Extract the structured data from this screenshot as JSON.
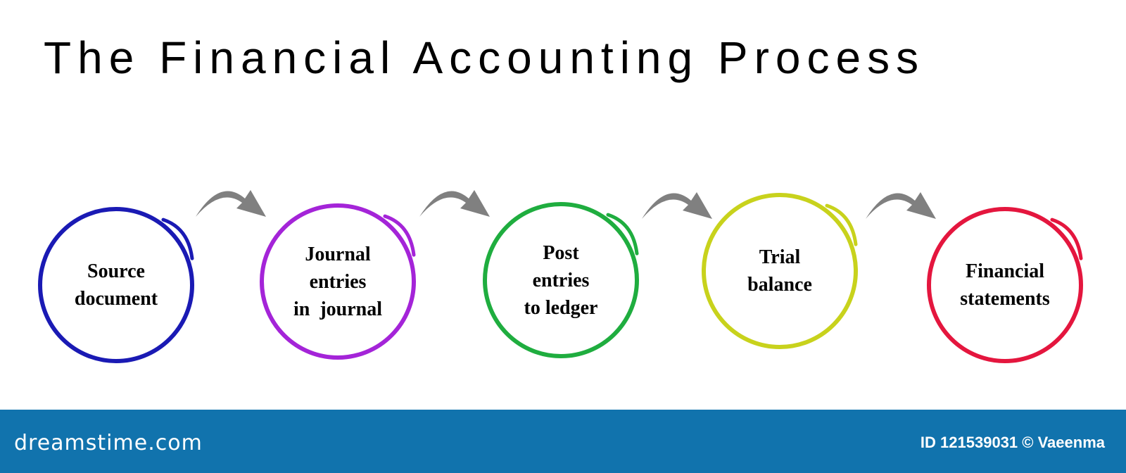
{
  "title": "The Financial Accounting Process",
  "steps": [
    {
      "lines": [
        "Source",
        "document"
      ],
      "color": "#1a1ab4"
    },
    {
      "lines": [
        "Journal",
        "entries",
        "in  journal"
      ],
      "color": "#a424d8"
    },
    {
      "lines": [
        "Post",
        "entries",
        "to ledger"
      ],
      "color": "#1fad3f"
    },
    {
      "lines": [
        "Trial",
        "balance"
      ],
      "color": "#c8d21c"
    },
    {
      "lines": [
        "Financial",
        "statements"
      ],
      "color": "#e4163e"
    }
  ],
  "arrow_color": "#808080",
  "footer": {
    "brand": "dreamstime.com",
    "credit": "ID 121539031 © Vaeenma",
    "background": "#1173ad"
  }
}
